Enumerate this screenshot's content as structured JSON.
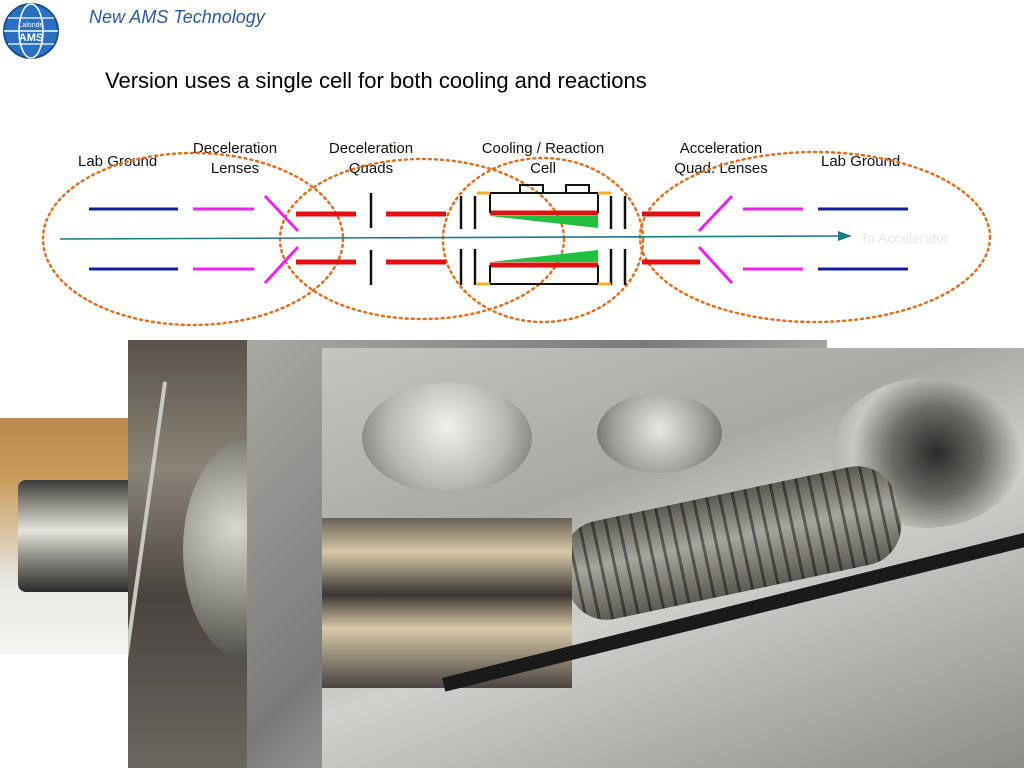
{
  "header": {
    "logo_text_top": "Lalonde",
    "logo_text_bottom": "AMS",
    "title": "New AMS Technology"
  },
  "slide_title": "Version uses a single cell for both cooling and reactions",
  "diagram": {
    "labels": {
      "lab_ground_left": "Lab Ground",
      "decel_lenses_1": "Deceleration",
      "decel_lenses_2": "Lenses",
      "decel_quads_1": "Deceleration",
      "decel_quads_2": "Quads",
      "cell_1": "Cooling / Reaction",
      "cell_2": "Cell",
      "accel_1": "Acceleration",
      "accel_2": "Quad. Lenses",
      "lab_ground_right": "Lab Ground",
      "to_accelerator": "To Accelerator"
    },
    "colors": {
      "ground": "#1020a0",
      "lens": "#ee22ee",
      "quad": "#e01010",
      "cell_gas": "#22c040",
      "beam": "#1a7a8a",
      "region_outline": "#e07020",
      "insulator": "#f0b020"
    }
  }
}
